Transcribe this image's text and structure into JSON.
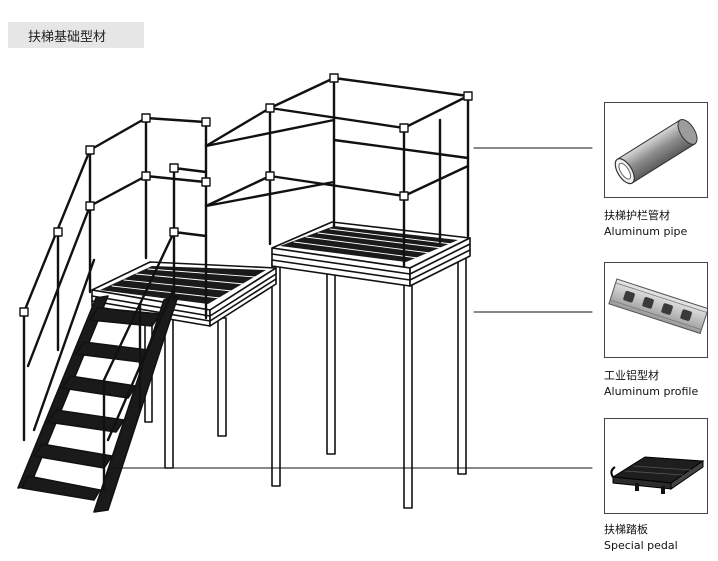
{
  "header": {
    "title": "扶梯基础型材"
  },
  "callouts": [
    {
      "id": "pipe",
      "zh": "扶梯护栏管材",
      "en": "Aluminum pipe",
      "icon": "aluminum-pipe-icon"
    },
    {
      "id": "profile",
      "zh": "工业铝型材",
      "en": "Aluminum profile",
      "icon": "aluminum-profile-icon"
    },
    {
      "id": "pedal",
      "zh": "扶梯踏板",
      "en": "Special pedal",
      "icon": "special-pedal-icon"
    }
  ],
  "colors": {
    "line": "#111111",
    "panel_bg": "#e6e6e6",
    "pipe_fill": "#9a9a9a"
  }
}
